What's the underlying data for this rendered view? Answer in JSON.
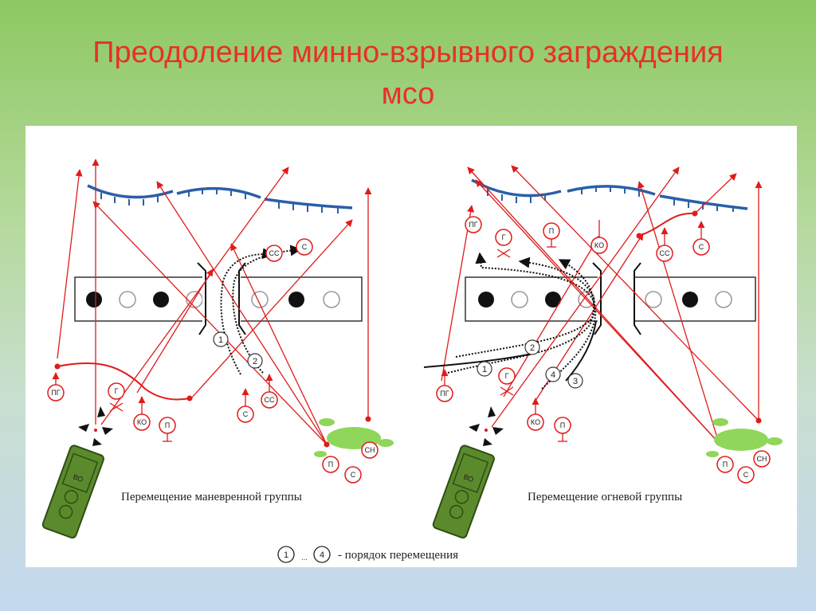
{
  "slide": {
    "title_line1": "Преодоление минно-взрывного заграждения",
    "title_line2": "мсо"
  },
  "diagram_left": {
    "caption": "Перемещение маневренной группы",
    "markers": {
      "pg": "ПГ",
      "g": "Г",
      "ko": "КО",
      "p": "П",
      "s": "С",
      "ss": "СС",
      "ss_top": "СС",
      "s_top": "С",
      "p_bush": "П",
      "s_bush": "С",
      "sn": "СН",
      "n1": "1",
      "n2": "2"
    },
    "vehicle_text": "ВО"
  },
  "diagram_right": {
    "caption": "Перемещение огневой группы",
    "markers": {
      "pg": "ПГ",
      "g_top": "Г",
      "p_top": "П",
      "ko_top": "КО",
      "ss_top": "СС",
      "s_top": "С",
      "pg_low": "ПГ",
      "g_low": "Г",
      "ko_low": "КО",
      "p_low": "П",
      "p_bush": "П",
      "s_bush": "С",
      "sn": "СН",
      "n1": "1",
      "n2": "2",
      "n3": "3",
      "n4": "4"
    },
    "vehicle_text": "ВО"
  },
  "legend": {
    "first": "1",
    "dots": "...",
    "last": "4",
    "text": "-  порядок перемещения"
  },
  "colors": {
    "title": "#e8302a",
    "arrows": "#e01b1b",
    "trench": "#2a5fa8",
    "vehicle": "#5b8a2c",
    "bush": "#8fd65a"
  }
}
